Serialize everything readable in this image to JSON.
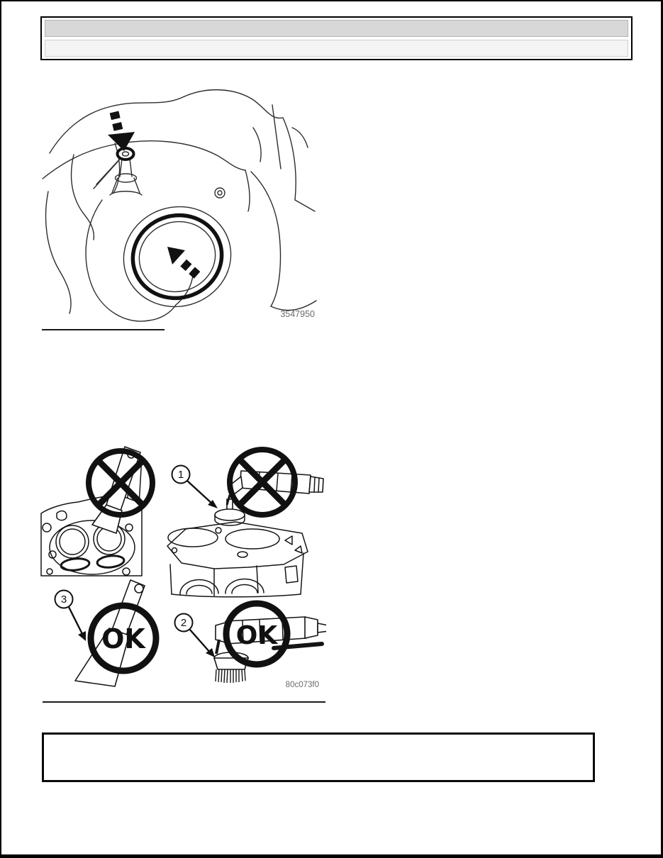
{
  "page": {
    "background": "#ffffff",
    "frame_color": "#000000"
  },
  "header": {
    "top_bar": {
      "text": "",
      "color": "#d8d8d8"
    },
    "bottom_bar": {
      "text": "",
      "color": "#f4f4f4"
    }
  },
  "figure_throttle_body": {
    "figure_id": "3547950",
    "ink_color": "#2d2d2d",
    "id_color": "#6b6b6b",
    "icons": [
      "dashed-arrow-down",
      "dashed-arrow-up-left"
    ]
  },
  "figure_gasket_cleaning": {
    "figure_id": "80c073f0",
    "ink_color": "#151515",
    "id_color": "#6b6b6b",
    "callout_1": "1",
    "callout_2": "2",
    "callout_3": "3",
    "ok_label_left": "OK",
    "ok_label_right": "OK",
    "icons": [
      "prohibition-circle-icon",
      "prohibition-circle-icon",
      "ok-circle-icon",
      "ok-circle-icon"
    ]
  },
  "notice_box": {
    "text": ""
  }
}
